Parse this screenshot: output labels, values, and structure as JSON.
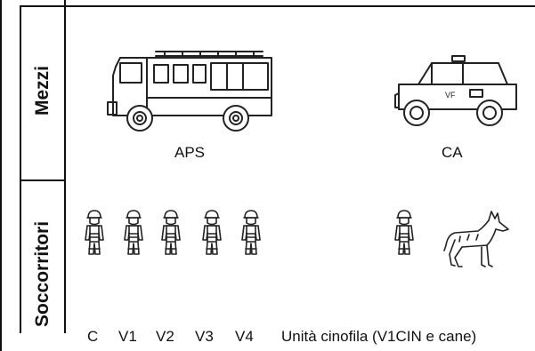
{
  "rows": {
    "vehicles_label": "Mezzi",
    "rescuers_label": "Soccorritori"
  },
  "vehicles": [
    {
      "name": "APS",
      "icon": "fire-truck-icon"
    },
    {
      "name": "CA",
      "icon": "jeep-icon",
      "door_text": "VF"
    }
  ],
  "rescuers": [
    {
      "name": "C",
      "icon": "firefighter-icon"
    },
    {
      "name": "V1",
      "icon": "firefighter-icon"
    },
    {
      "name": "V2",
      "icon": "firefighter-icon"
    },
    {
      "name": "V3",
      "icon": "firefighter-icon"
    },
    {
      "name": "V4",
      "icon": "firefighter-icon"
    }
  ],
  "dog_unit": {
    "label": "Unità cinofila (V1CIN e cane)",
    "icons": [
      "firefighter-icon",
      "dog-icon"
    ]
  }
}
